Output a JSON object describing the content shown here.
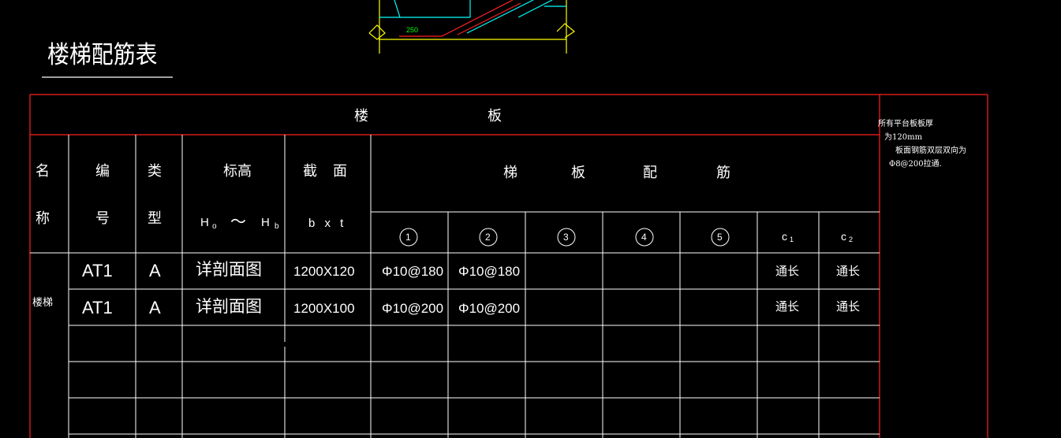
{
  "colors": {
    "background": "#000000",
    "grid": "#ffffff",
    "border": "#ff2020",
    "yellow": "#ffff00",
    "cyan": "#00ffff",
    "green": "#00ff00"
  },
  "drawing": {
    "title": "楼梯配筋表",
    "dimension_label": "250"
  },
  "table": {
    "group_header": [
      "楼",
      "板"
    ],
    "headers": {
      "name": [
        "名",
        "称"
      ],
      "number": [
        "编",
        "号"
      ],
      "type": [
        "类",
        "型"
      ],
      "elevation": "标高",
      "elevation_formula": [
        "H",
        "o",
        "〜",
        "H",
        "b"
      ],
      "section": [
        "截",
        "面"
      ],
      "section_formula": "b x t",
      "reinforcement": [
        "梯",
        "板",
        "配",
        "筋"
      ],
      "bar_numbers": [
        "1",
        "2",
        "3",
        "4",
        "5"
      ],
      "c_columns": [
        {
          "c": "c",
          "sub": "1"
        },
        {
          "c": "c",
          "sub": "2"
        }
      ]
    },
    "group_name": "楼梯",
    "rows": [
      {
        "number": "AT1",
        "type": "A",
        "elevation": "详剖面图",
        "section": "1200X120",
        "bar1": "Φ10@180",
        "bar2": "Φ10@180",
        "c1": "通长",
        "c2": "通长"
      },
      {
        "number": "AT1",
        "type": "A",
        "elevation": "详剖面图",
        "section": "1200X100",
        "bar1": "Φ10@200",
        "bar2": "Φ10@200",
        "c1": "通长",
        "c2": "通长"
      }
    ],
    "note": [
      "所有平台板板厚",
      "为120mm",
      "板面钢筋双层双向为",
      "Φ8@200拉通."
    ]
  }
}
